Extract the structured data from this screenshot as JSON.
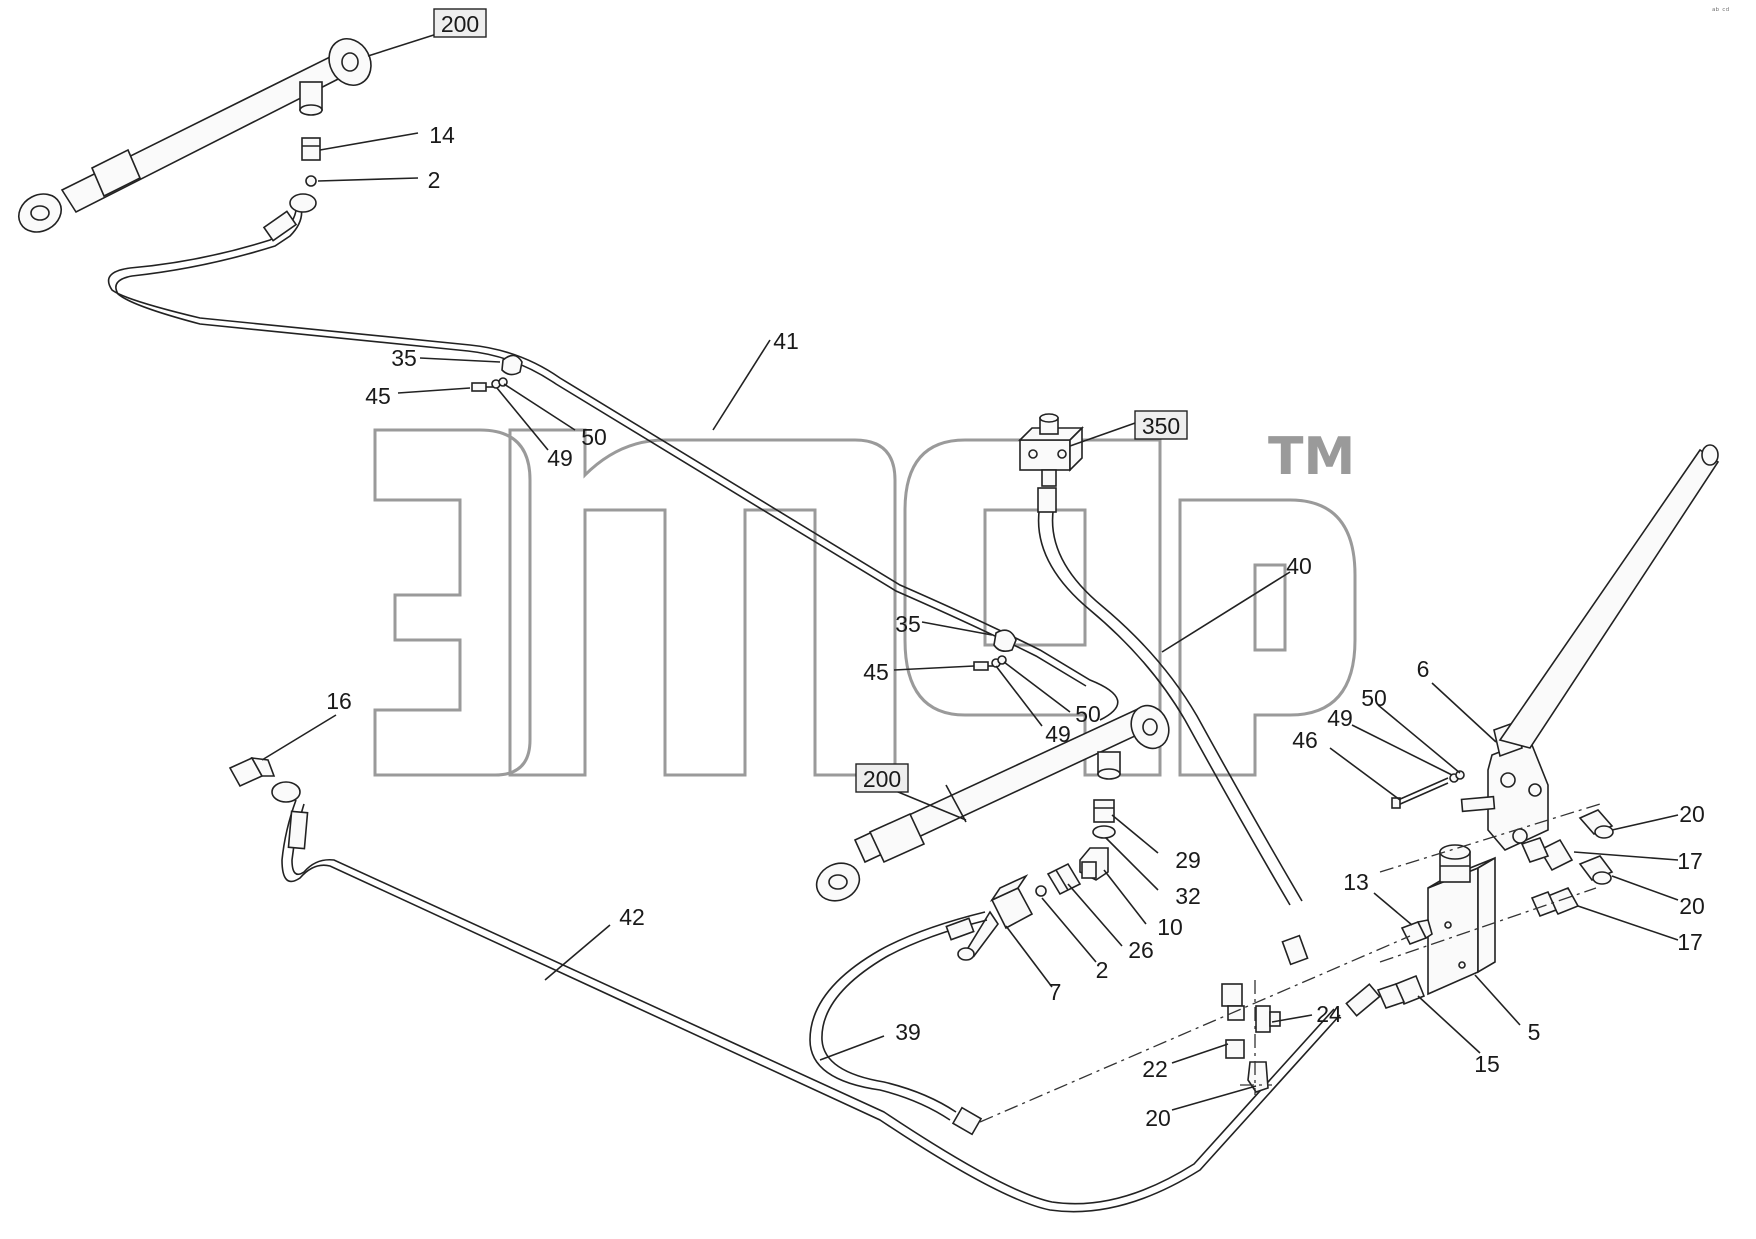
{
  "watermark": {
    "trademark": "TM"
  },
  "corner_mark": "ᵃᵇ ᶜᵈ",
  "callouts": [
    {
      "id": "c200a",
      "text": "200",
      "boxed": true
    },
    {
      "id": "c14",
      "text": "14"
    },
    {
      "id": "c2a",
      "text": "2"
    },
    {
      "id": "c35a",
      "text": "35"
    },
    {
      "id": "c45a",
      "text": "45"
    },
    {
      "id": "c50a",
      "text": "50"
    },
    {
      "id": "c49a",
      "text": "49"
    },
    {
      "id": "c41",
      "text": "41"
    },
    {
      "id": "c350",
      "text": "350",
      "boxed": true
    },
    {
      "id": "c40",
      "text": "40"
    },
    {
      "id": "c35b",
      "text": "35"
    },
    {
      "id": "c45b",
      "text": "45"
    },
    {
      "id": "c50b",
      "text": "50"
    },
    {
      "id": "c49b",
      "text": "49"
    },
    {
      "id": "c16",
      "text": "16"
    },
    {
      "id": "c200b",
      "text": "200",
      "boxed": true
    },
    {
      "id": "c6",
      "text": "6"
    },
    {
      "id": "c50c",
      "text": "50"
    },
    {
      "id": "c49c",
      "text": "49"
    },
    {
      "id": "c46",
      "text": "46"
    },
    {
      "id": "c20a",
      "text": "20"
    },
    {
      "id": "c17a",
      "text": "17"
    },
    {
      "id": "c20b",
      "text": "20"
    },
    {
      "id": "c17b",
      "text": "17"
    },
    {
      "id": "c29",
      "text": "29"
    },
    {
      "id": "c32",
      "text": "32"
    },
    {
      "id": "c10",
      "text": "10"
    },
    {
      "id": "c26",
      "text": "26"
    },
    {
      "id": "c2b",
      "text": "2"
    },
    {
      "id": "c7",
      "text": "7"
    },
    {
      "id": "c42",
      "text": "42"
    },
    {
      "id": "c13",
      "text": "13"
    },
    {
      "id": "c5",
      "text": "5"
    },
    {
      "id": "c15",
      "text": "15"
    },
    {
      "id": "c24",
      "text": "24"
    },
    {
      "id": "c22",
      "text": "22"
    },
    {
      "id": "c20c",
      "text": "20"
    },
    {
      "id": "c39",
      "text": "39"
    }
  ]
}
